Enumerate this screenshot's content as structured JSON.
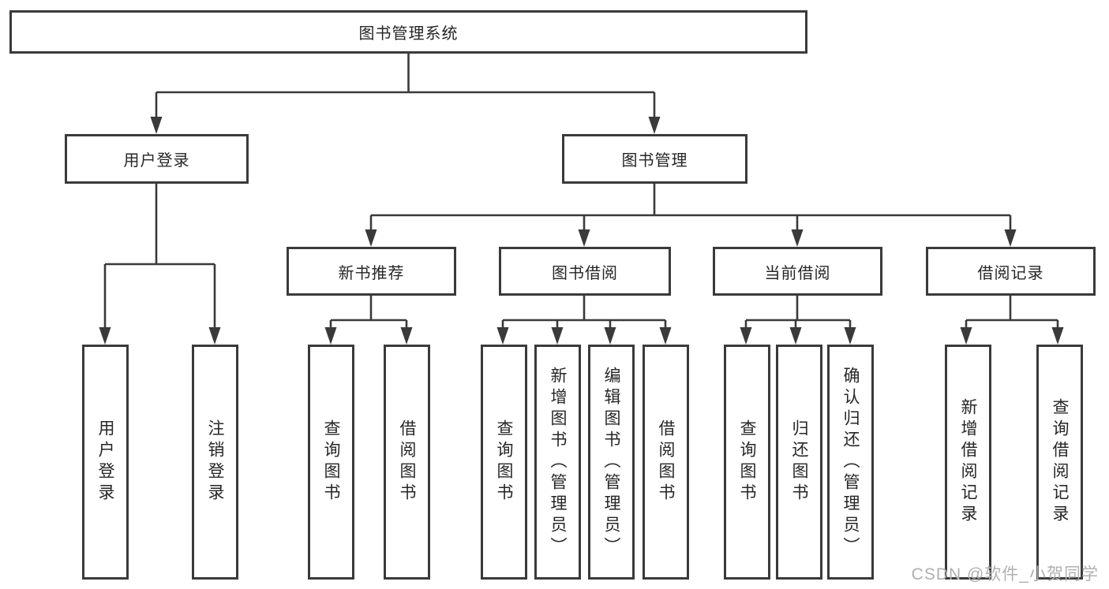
{
  "diagram_title": "图书管理系统",
  "tree": {
    "root": {
      "label": "图书管理系统"
    },
    "branches": [
      {
        "label": "用户登录",
        "children": [
          {
            "label": "用户登录"
          },
          {
            "label": "注销登录"
          }
        ]
      },
      {
        "label": "图书管理",
        "children": [
          {
            "label": "新书推荐",
            "children": [
              {
                "label": "查询图书"
              },
              {
                "label": "借阅图书"
              }
            ]
          },
          {
            "label": "图书借阅",
            "children": [
              {
                "label": "查询图书"
              },
              {
                "label": "新增图书（管理员）"
              },
              {
                "label": "编辑图书（管理员）"
              },
              {
                "label": "借阅图书"
              }
            ]
          },
          {
            "label": "当前借阅",
            "children": [
              {
                "label": "查询图书"
              },
              {
                "label": "归还图书"
              },
              {
                "label": "确认归还（管理员）"
              }
            ]
          },
          {
            "label": "借阅记录",
            "children": [
              {
                "label": "新增借阅记录"
              },
              {
                "label": "查询借阅记录"
              }
            ]
          }
        ]
      }
    ]
  },
  "watermark": {
    "text": "CSDN @软件_小贺同学"
  },
  "colors": {
    "line": "#3a3a3a",
    "box_border": "#3a3a3a",
    "box_fill": "#ffffff",
    "text": "#262626",
    "watermark": "#b0b0b0",
    "background": "#ffffff"
  }
}
